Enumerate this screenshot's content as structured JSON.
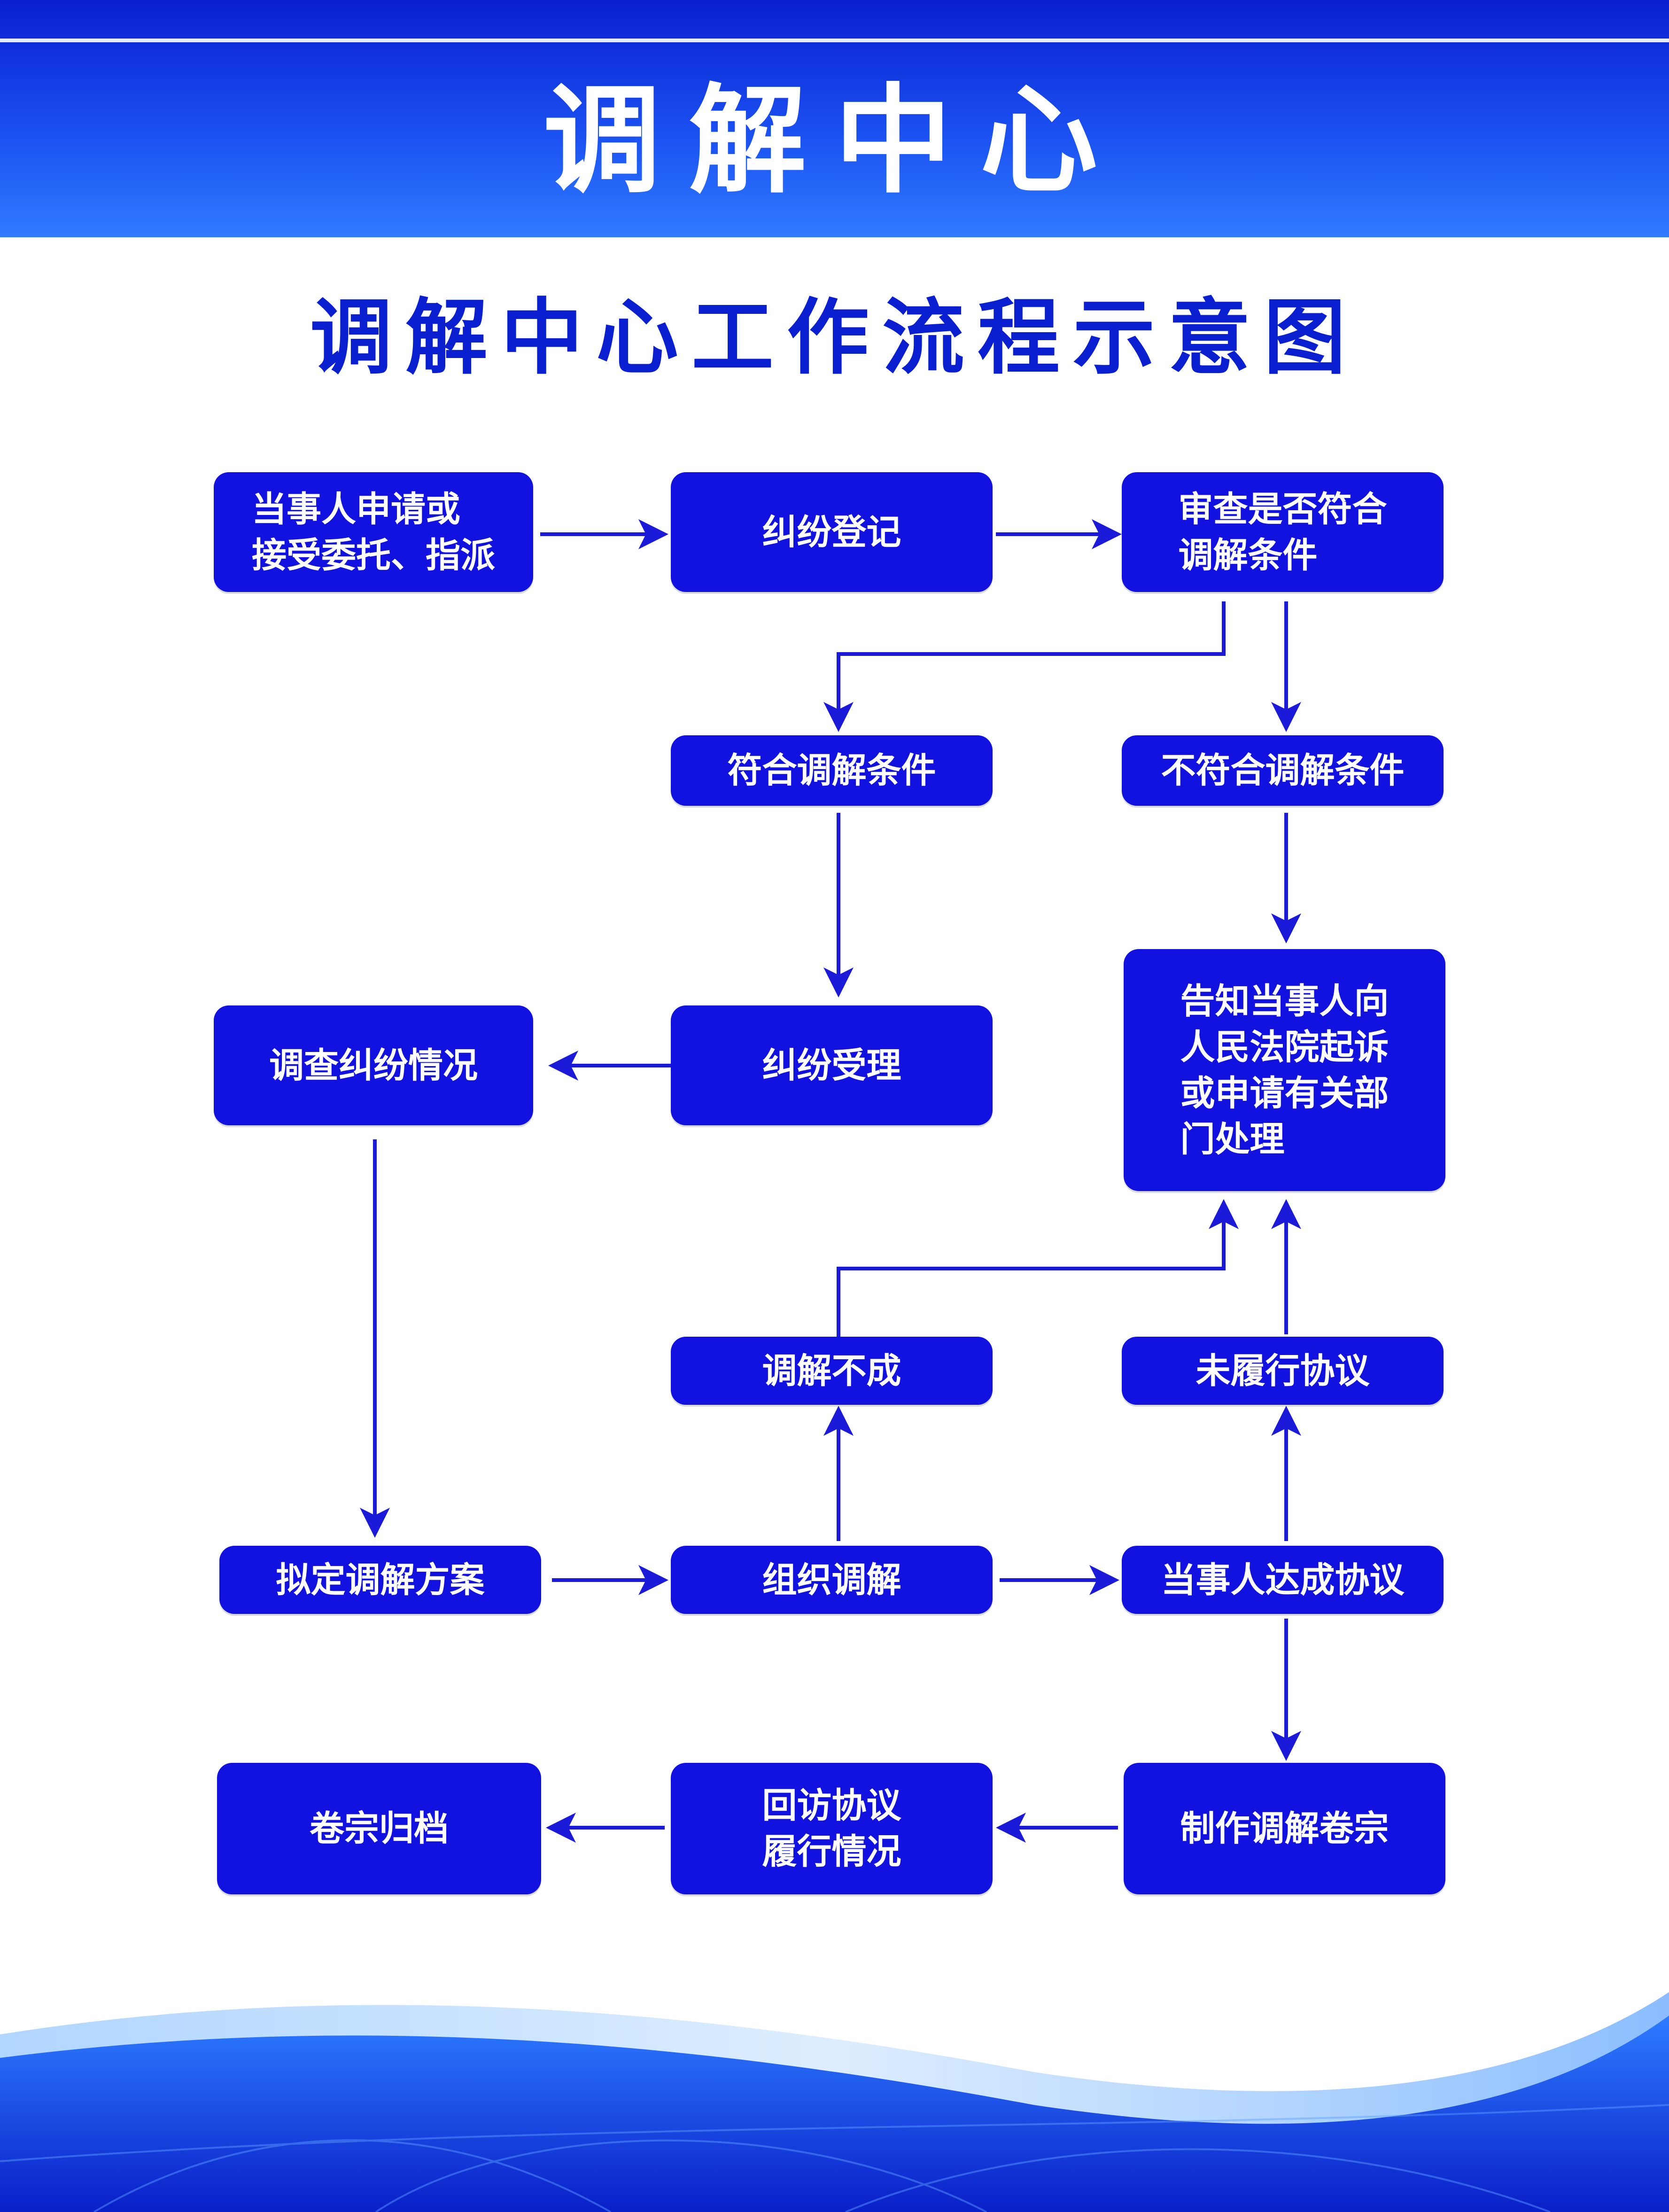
{
  "header": {
    "title": "调解中心"
  },
  "subtitle": "调解中心工作流程示意图",
  "colors": {
    "primary": "#1212e0",
    "header_dark": "#0a1fd0",
    "header_light": "#2f7bff",
    "arrow": "#1a1ad8",
    "background": "#ffffff"
  },
  "nodes": {
    "apply": "当事人申请或\n接受委托、指派",
    "register": "纠纷登记",
    "review": "审查是否符合\n调解条件",
    "eligible": "符合调解条件",
    "ineligible": "不符合调解条件",
    "accept": "纠纷受理",
    "investigate": "调查纠纷情况",
    "inform": "告知当事人向\n人民法院起诉\n或申请有关部\n门处理",
    "fail": "调解不成",
    "not_perform": "未履行协议",
    "plan": "拟定调解方案",
    "organize": "组织调解",
    "agree": "当事人达成协议",
    "archive": "卷宗归档",
    "revisit": "回访协议\n履行情况",
    "dossier": "制作调解卷宗"
  }
}
